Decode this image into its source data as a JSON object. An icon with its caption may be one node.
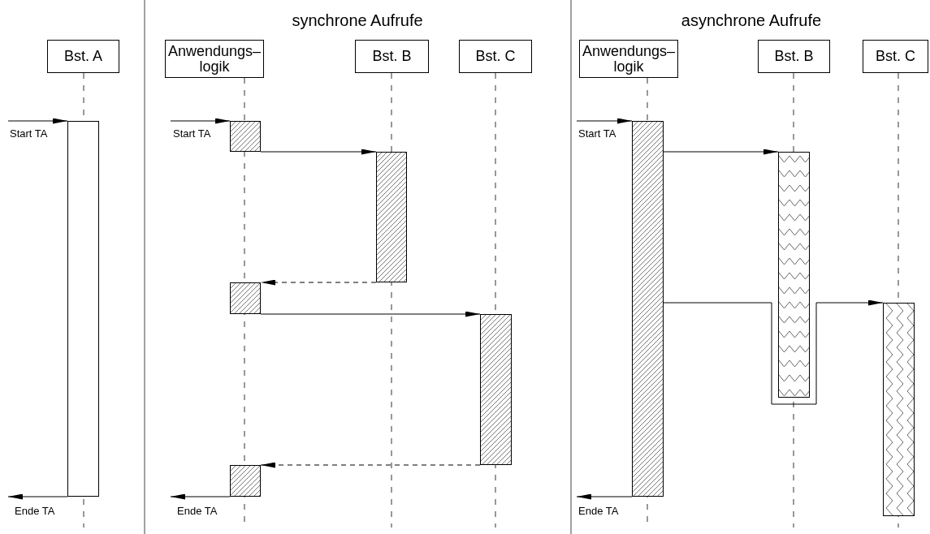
{
  "diagram": {
    "nodes": [
      {
        "text": [
          "Bst. A"
        ]
      },
      {
        "text": [],
        "shape": "bar"
      },
      {
        "text": [
          "Anwendungs– logik"
        ]
      },
      {
        "text": [
          "Bst. B"
        ]
      },
      {
        "text": [
          "Bst. C"
        ]
      },
      {
        "text": [],
        "shape": "bar"
      },
      {
        "text": [],
        "shape": "bar"
      },
      {
        "text": [],
        "shape": "bar"
      },
      {
        "text": [],
        "shape": "bar"
      },
      {
        "text": [],
        "shape": "bar"
      },
      {
        "text": [
          "Anwendungs– logik"
        ]
      },
      {
        "text": [
          "Bst. B"
        ]
      },
      {
        "text": [
          "Bst. C"
        ]
      },
      {
        "text": [],
        "shape": "bar"
      },
      {
        "text": [],
        "shape": "bar"
      },
      {
        "text": [],
        "shape": "bar"
      }
    ],
    "edges": [
      {
        "from": null,
        "to": 1,
        "arrow": "to",
        "label": "Start TA"
      },
      {
        "from": 1,
        "to": null,
        "arrow": "to",
        "label": "Ende TA"
      },
      {
        "from": null,
        "to": 5,
        "arrow": "to",
        "label": "Start TA"
      },
      {
        "from": 5,
        "to": 6,
        "arrow": "to"
      },
      {
        "from": 6,
        "to": 7,
        "arrow": "to",
        "style": "dashed"
      },
      {
        "from": 7,
        "to": 8,
        "arrow": "to"
      },
      {
        "from": 8,
        "to": 9,
        "arrow": "to",
        "style": "dashed"
      },
      {
        "from": 9,
        "to": null,
        "arrow": "to",
        "label": "Ende TA"
      },
      {
        "from": null,
        "to": 13,
        "arrow": "to",
        "label": "Start TA"
      },
      {
        "from": 13,
        "to": 14,
        "arrow": "to"
      },
      {
        "from": 13,
        "to": 15,
        "arrow": "to"
      },
      {
        "from": 13,
        "to": null,
        "arrow": "to",
        "label": "Ende TA"
      }
    ],
    "labels": [
      "synchrone Aufrufe",
      "asynchrone Aufrufe"
    ]
  }
}
